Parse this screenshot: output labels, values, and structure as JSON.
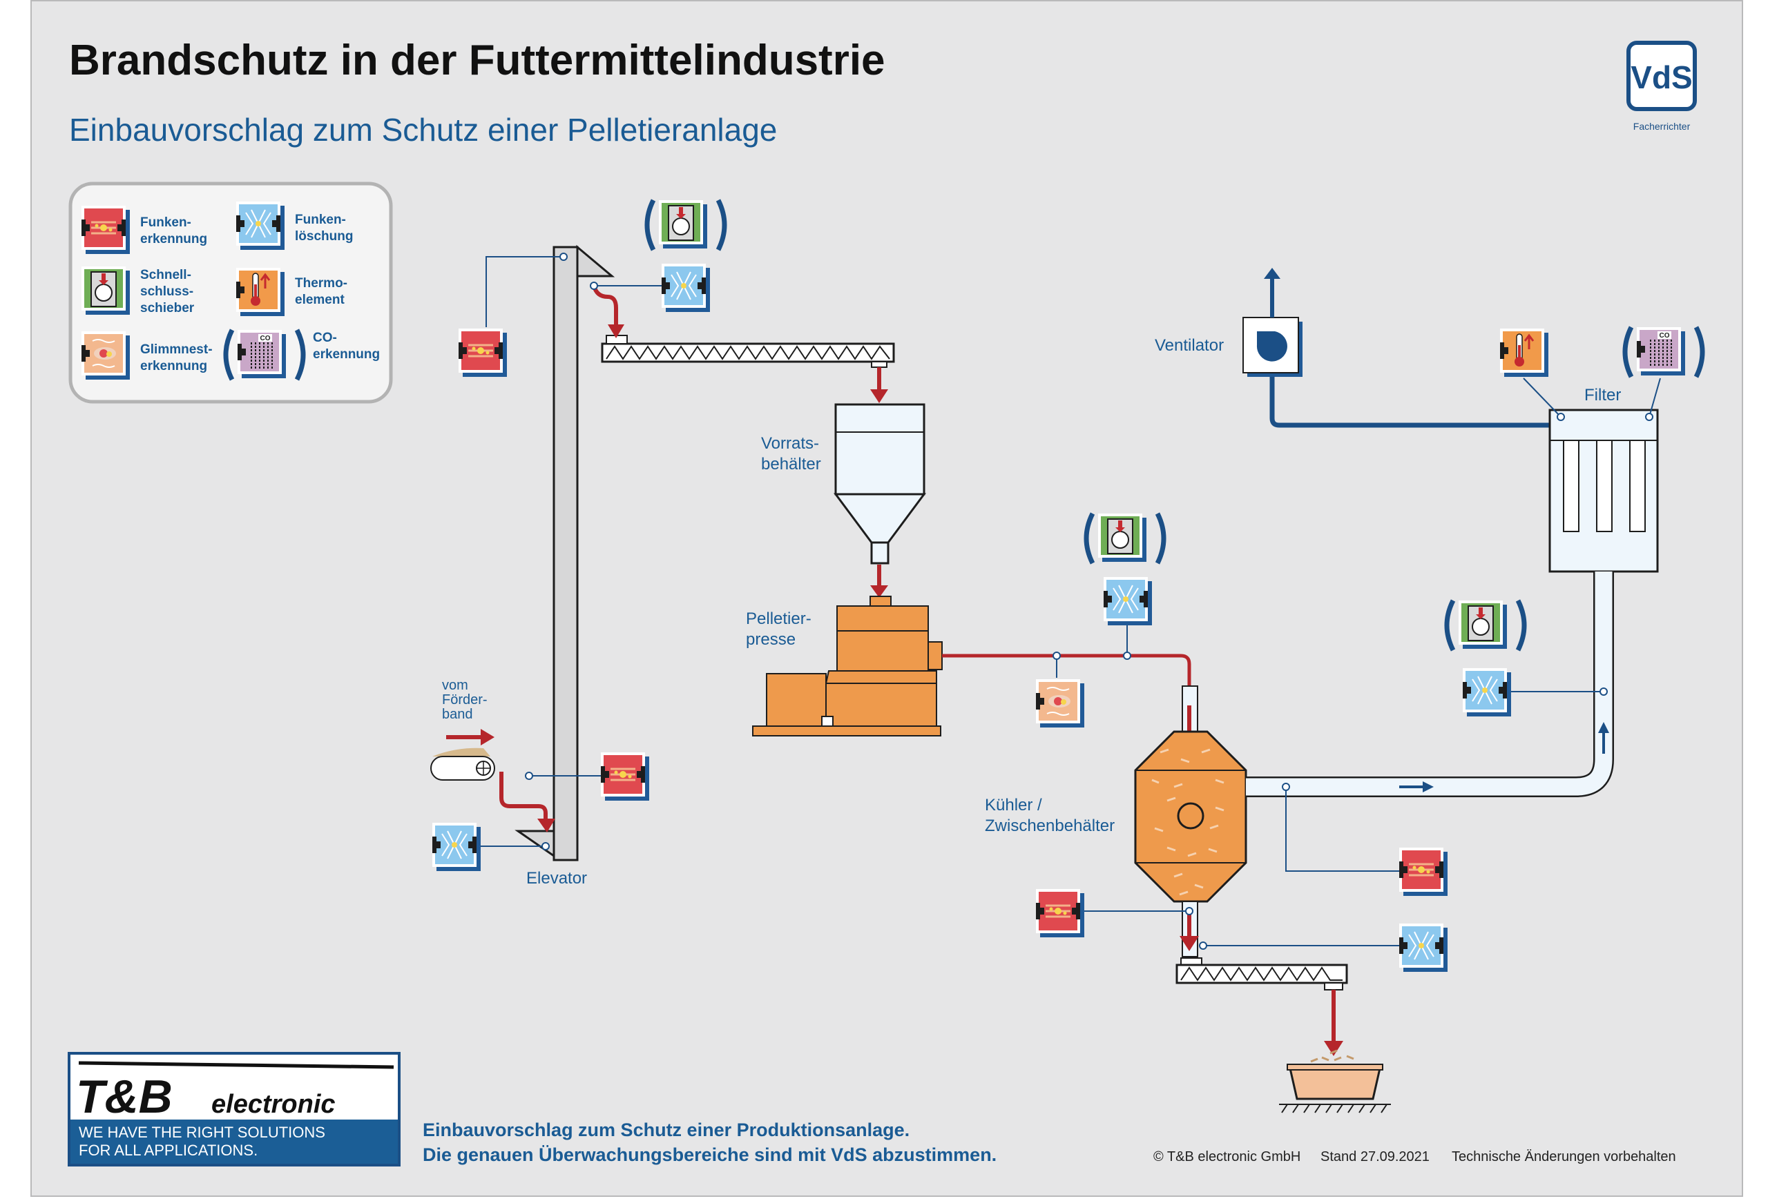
{
  "header": {
    "title": "Brandschutz in der Futtermittelindustrie",
    "subtitle": "Einbauvorschlag zum Schutz einer Pelletieranlage"
  },
  "vds_badge": {
    "text": "VdS",
    "caption": "Facherrichter"
  },
  "legend": {
    "items": [
      {
        "icon": "spark-detection-icon",
        "line1": "Funken-",
        "line2": "erkennung",
        "line3": ""
      },
      {
        "icon": "spark-extinguishing-icon",
        "line1": "Funken-",
        "line2": "löschung",
        "line3": ""
      },
      {
        "icon": "fast-shutoff-valve-icon",
        "line1": "Schnell-",
        "line2": "schluss-",
        "line3": "schieber"
      },
      {
        "icon": "thermocouple-icon",
        "line1": "Thermo-",
        "line2": "element",
        "line3": ""
      },
      {
        "icon": "ember-detection-icon",
        "line1": "Glimmnest-",
        "line2": "erkennung",
        "line3": ""
      },
      {
        "icon": "co-detection-icon",
        "line1": "CO-",
        "line2": "erkennung",
        "line3": ""
      }
    ],
    "co_badge": "CO"
  },
  "labels": {
    "conveyor_line1": "vom",
    "conveyor_line2": "Förder-",
    "conveyor_line3": "band",
    "elevator": "Elevator",
    "storage_line1": "Vorrats-",
    "storage_line2": "behälter",
    "press_line1": "Pelletier-",
    "press_line2": "presse",
    "cooler_line1": "Kühler /",
    "cooler_line2": "Zwischenbehälter",
    "fan": "Ventilator",
    "filter": "Filter"
  },
  "footer": {
    "logo_brand": "T&B",
    "logo_word": "electronic",
    "slogan_line1": "WE HAVE THE RIGHT SOLUTIONS",
    "slogan_line2": "FOR ALL APPLICATIONS.",
    "note_line1": "Einbauvorschlag zum Schutz einer Produktionsanlage.",
    "note_line2": "Die genauen Überwachungsbereiche sind mit VdS abzustimmen.",
    "copyright": "© T&B electronic GmbH",
    "date": "Stand 27.09.2021",
    "disclaimer": "Technische Änderungen vorbehalten"
  },
  "colors": {
    "brand_blue": "#1b4f86",
    "spark_detection": "#e0494f",
    "spark_extinguishing": "#8cc8ee",
    "shutoff_valve": "#6fae55",
    "thermocouple": "#f19a4a",
    "ember_detection": "#f3b88e",
    "co_detection": "#c9a7c8",
    "equipment_orange": "#ee9a4c",
    "material_flow_red": "#b5262b"
  }
}
